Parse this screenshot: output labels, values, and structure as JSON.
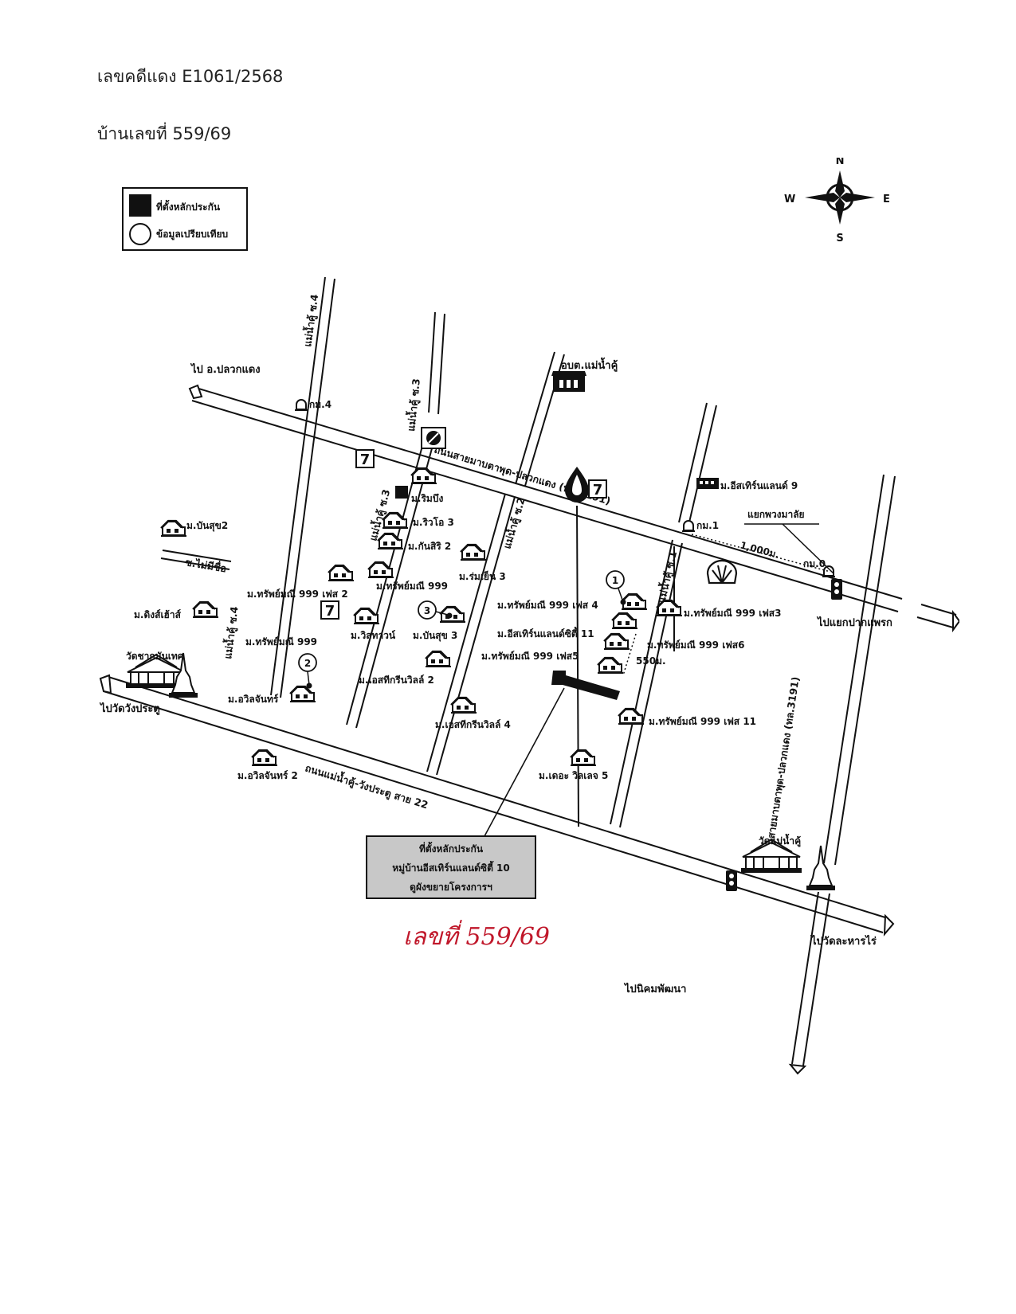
{
  "header": {
    "case_number": "เลขคดีแดง E1061/2568",
    "house_number": "บ้านเลขที่ 559/69"
  },
  "legend": {
    "collateral": "ที่ตั้งหลักประกัน",
    "comparable": "ข้อมูลเปรียบเทียบ"
  },
  "compass": {
    "n": "N",
    "s": "S",
    "e": "E",
    "w": "W"
  },
  "roads": {
    "main_highway": "ถนนสายมาบตาพุด-ปลวกแดง (ทล.3191)",
    "lower_road": "ถนนแม่น้ำคู้-วังประตู สาย 22",
    "right_highway": "ถนนสายมาบตาพุด-ปลวกแดง (ทล.3191)",
    "soi4_top": "แม่น้ำคู้ ซ.4",
    "soi3_top": "แม่น้ำคู้ ซ.3",
    "soi3_mid": "แม่น้ำคู้ ซ.3",
    "soi2": "แม่น้ำคู้ ซ.2",
    "soi1": "แม่น้ำคู้ ซ.1",
    "soi4_left": "แม่น้ำคู้ ซ.4",
    "soi_unnamed": "ซ.ไม่มีชื่อ"
  },
  "directions": {
    "to_pluak_daeng": "ไป อ.ปลวกแดง",
    "to_pak_praek": "ไปแยกปากแพรก",
    "to_wat_wang_pratu": "ไปวัดวังประตู",
    "to_wat_lahan_rai": "ไปวัดละหารไร่",
    "to_nikhom_phatthana": "ไปนิคมพัฒนา"
  },
  "landmarks": {
    "km4": "กม.4",
    "km1": "กม.1",
    "km0": "กม.0",
    "abt": "อบต.แม่น้ำคู้",
    "junction": "แยกพวงมาลัย",
    "dist_1000": "1,000ม.",
    "dist_550": "550ม.",
    "wat_left": "วัดชากมันเทศ",
    "wat_right": "วัดแม่น้ำคู้"
  },
  "villages": [
    "ม.ริมบึง",
    "ม.ริวโอ 3",
    "ม.กันสิริ 2",
    "ม.ร่มเย็น 3",
    "ม.ทรัพย์มณี 999",
    "ม.ทรัพย์มณี 999 เฟส 2",
    "ม.บันสุข2",
    "ม.ดิงส์เฮ้าส์",
    "ม.ทรัพย์มณี 999",
    "ม.วิสทาวน์",
    "ม.บันสุข 3",
    "ม.อวิลจันทร์",
    "ม.อวิลจันทร์ 2",
    "ม.เอสทีกรีนวิลล์ 2",
    "ม.เอสทีกรีนวิลล์ 4",
    "ม.เดอะ วิลเลจ 5",
    "ม.ทรัพย์มณี 999 เฟส 4",
    "ม.อีสเทิร์นแลนด์ซิตี้ 11",
    "ม.ทรัพย์มณี 999 เฟส5",
    "ม.ทรัพย์มณี 999 เฟส6",
    "ม.ทรัพย์มณี 999 เฟส3",
    "ม.ทรัพย์มณี 999 เฟส 11",
    "ม.อีสเทิร์นแลนด์ 9"
  ],
  "comparables": [
    "1",
    "2",
    "3"
  ],
  "callout": {
    "line1": "ที่ตั้งหลักประกัน",
    "line2": "หมู่บ้านอีสเทิร์นแลนด์ซิตี้ 10",
    "line3": "ดูผังขยายโครงการฯ"
  },
  "handwritten": "เลขที่ 559/69"
}
